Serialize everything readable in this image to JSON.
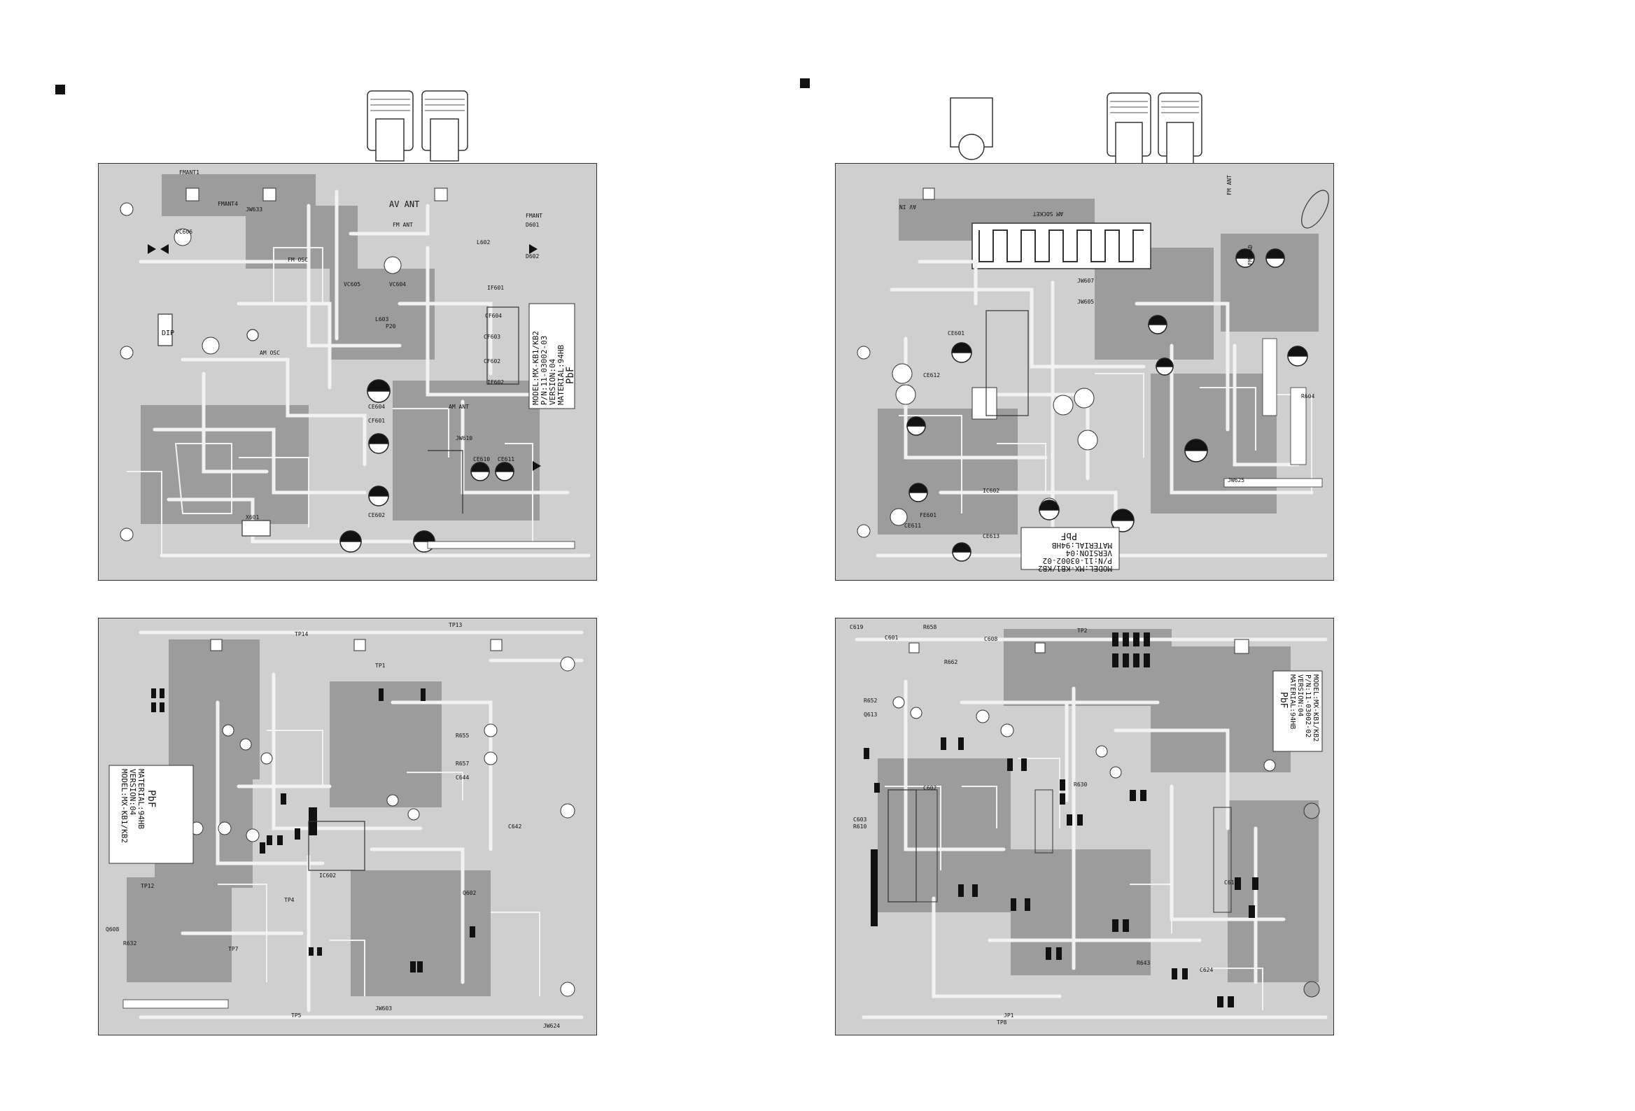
{
  "board_tl": {
    "model_lines": [
      "MODEL:MX-KB1/KB2",
      "P/N:11-03002-03",
      "VERSION:04",
      "MATERIAL:94HB",
      "PbF"
    ],
    "labels": {
      "av_ant": "AV ANT",
      "fm_ant": "FM ANT",
      "fm_osc": "FM OSC",
      "am_osc": "AM OSC",
      "am_ant": "AM ANT",
      "dip": "DIP",
      "fmant": "FMANT",
      "fmant1": "FMANT1",
      "fmant4": "FMANT4",
      "vc606": "VC606",
      "vc605": "VC605",
      "vc604": "VC604",
      "l602": "L602",
      "l603": "L603",
      "jw633": "JW633",
      "jw610": "JW610",
      "d601": "D601",
      "d602": "D602",
      "cf603": "CF603",
      "cf604": "CF604",
      "cf602": "CF602",
      "cf601": "CF601",
      "if601": "IF601",
      "if602": "IF602",
      "x601": "X601",
      "ce610": "CE610",
      "ce611": "CE611",
      "ce602": "CE602",
      "ce604": "CE604",
      "p20": "P20"
    }
  },
  "board_tr": {
    "model_lines": [
      "MODEL:MX-KB1/KB2",
      "P/N:11-03002-02",
      "VERSION:04",
      "MATERIAL:94HB",
      "PbF"
    ],
    "labels": {
      "am_socket": "AM SOCKET",
      "av_in": "AV IN",
      "fm_ant": "FM ANT",
      "fm_pad": "FM PAD",
      "jw607": "JW607",
      "jw605": "JW605",
      "jw625": "JW625",
      "ce601": "CE601",
      "ce611": "CE611",
      "ce612": "CE612",
      "ce613": "CE613",
      "fe601": "FE601",
      "ic602": "IC602",
      "r604": "R604"
    }
  },
  "board_bl": {
    "model_lines": [
      "MODEL:MX-KB1/KB2",
      "VERSION:04",
      "MATERIAL:94HB",
      "PbF"
    ],
    "labels": {
      "tp13": "TP13",
      "tp14": "TP14",
      "tp1": "TP1",
      "tp12": "TP12",
      "tp4": "TP4",
      "tp5": "TP5",
      "tp7": "TP7",
      "ic602": "IC602",
      "q602": "Q602",
      "q608": "Q608",
      "r632": "R632",
      "c642": "C642",
      "jw603": "JW603",
      "jw624": "JW624",
      "r655": "R655",
      "r657": "R657",
      "c644": "C644"
    }
  },
  "board_br": {
    "model_lines": [
      "MODEL:MX-KB1/KB2",
      "P/N:11-03002-02",
      "VERSION:04",
      "MATERIAL:94HB",
      "PbF"
    ],
    "labels": {
      "c601": "C601",
      "c602": "C602",
      "c603": "C603",
      "c608": "C608",
      "c619": "C619",
      "c624": "C624",
      "c617": "C617",
      "r658": "R658",
      "r662": "R662",
      "r652": "R652",
      "r630": "R630",
      "r643": "R643",
      "r610": "R610",
      "tp2": "TP2",
      "tp8": "TP8",
      "jp1": "JP1",
      "q613": "Q613"
    }
  },
  "colors": {
    "board": "#cfcfcf",
    "copper": "#9c9c9c",
    "trace": "#f2f2f2",
    "ink": "#111111"
  }
}
